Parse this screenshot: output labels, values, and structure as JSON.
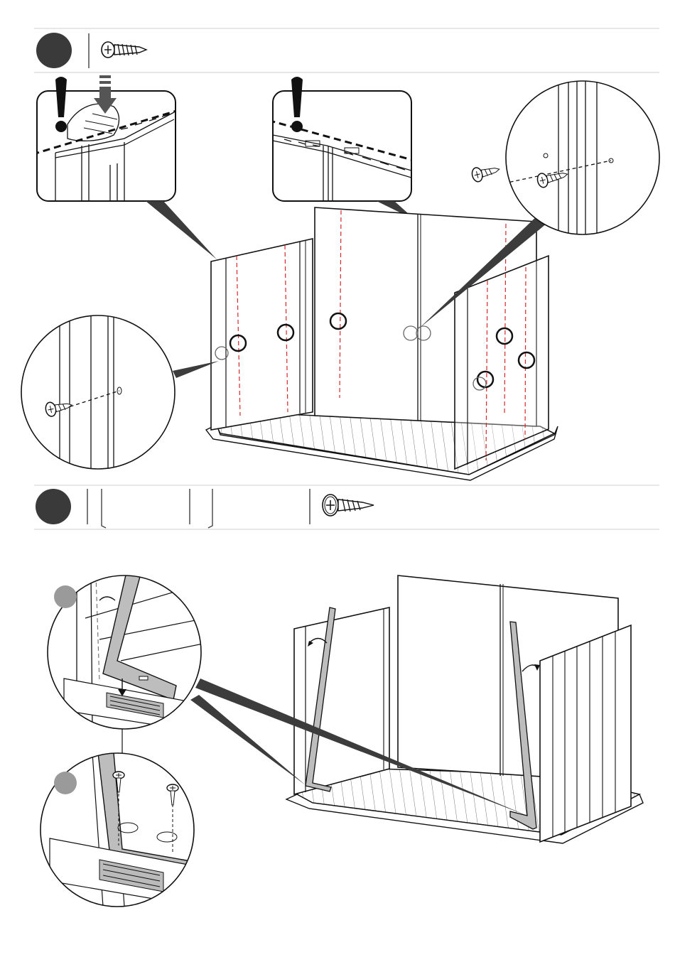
{
  "document": {
    "type": "assembly-instructions",
    "colors": {
      "line": "#111111",
      "guide": "#d62828",
      "step_badge": "#3a3a3a",
      "sub_badge": "#9a9a9a",
      "pointer": "#3c3c3c"
    }
  },
  "steps": [
    {
      "id": "step-a",
      "badge_text": "",
      "parts": [
        {
          "icon": "screw-icon"
        }
      ],
      "callouts": [
        "warning-callout-left",
        "warning-callout-right",
        "zoom-screw-right",
        "zoom-screw-left"
      ]
    },
    {
      "id": "step-b",
      "badge_text": "",
      "parts": [
        {
          "icon": "left-rail-icon"
        },
        {
          "icon": "right-rail-icon"
        },
        {
          "icon": "screw-icon"
        }
      ],
      "callouts": [
        "zoom-rail-top",
        "zoom-rail-bottom"
      ]
    }
  ]
}
